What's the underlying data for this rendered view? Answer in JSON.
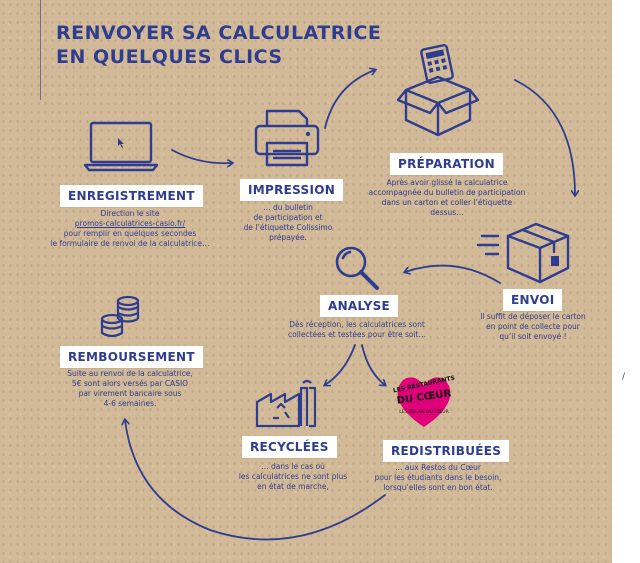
{
  "title": {
    "line1": "RENVOYER SA CALCULATRICE",
    "line2": "EN QUELQUES CLICS"
  },
  "steps": {
    "enregistrement": {
      "label": "ENREGISTREMENT",
      "lines": [
        "Direction le site",
        "promos-calculatrices-casio.fr/",
        "pour remplir en quelques secondes",
        "le formulaire de renvoi de la calculatrice…"
      ]
    },
    "impression": {
      "label": "IMPRESSION",
      "lines": [
        "… du bulletin",
        "de participation et",
        "de l’étiquette Colissimo",
        "prépayée."
      ]
    },
    "preparation": {
      "label": "PRÉPARATION",
      "lines": [
        "Après avoir glissé la calculatrice",
        "accompagnée du bulletin de participation",
        "dans un carton et coller l’étiquette",
        "dessus…"
      ]
    },
    "envoi": {
      "label": "ENVOI",
      "lines": [
        "Il suffit de déposer le carton",
        "en point de collecte pour",
        "qu’il soit envoyé !"
      ]
    },
    "analyse": {
      "label": "ANALYSE",
      "lines": [
        "Dès réception, les calculatrices sont",
        "collectées et testées pour être soit…"
      ]
    },
    "recyclees": {
      "label": "RECYCLÉES",
      "lines": [
        "… dans le cas où",
        "les calculatrices ne sont plus",
        "en état de marche,"
      ]
    },
    "redistribuees": {
      "label": "REDISTRIBUÉES",
      "lines": [
        "… aux Restos du Cœur",
        "pour les étudiants dans le besoin,",
        "lorsqu’elles sont en bon état."
      ]
    },
    "remboursement": {
      "label": "REMBOURSEMENT",
      "lines": [
        "Suite au renvoi de la calculatrice,",
        "5€ sont alors versés par CASIO",
        "par virement bancaire sous",
        "4-6 semaines."
      ]
    }
  },
  "logo": {
    "line1": "LES RESTAURANTS",
    "line2": "DU CŒUR",
    "line3": "LES RELAIS DU CŒUR"
  },
  "side_mark": "/",
  "colors": {
    "navy": "#2e3d8f",
    "kraft": "#d2ba98",
    "logo_pink": "#e0007a"
  }
}
